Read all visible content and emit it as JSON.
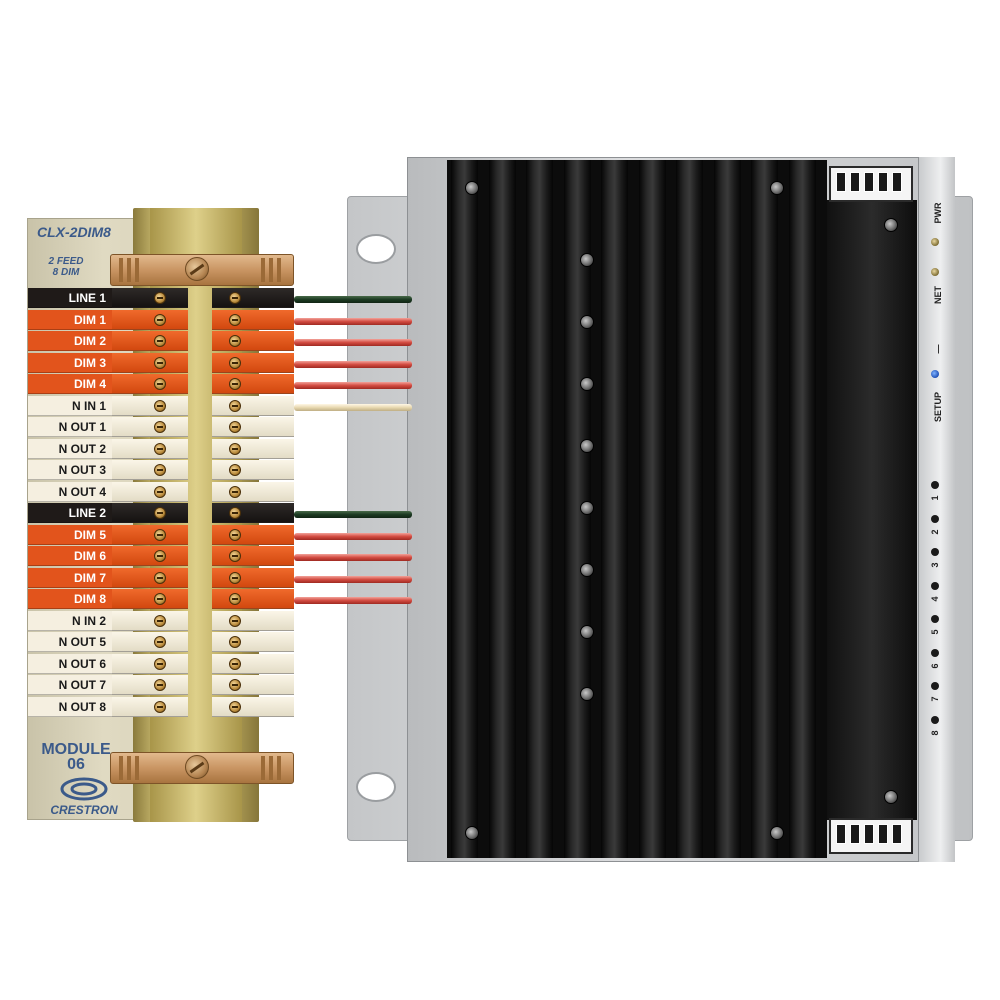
{
  "product": {
    "model": "CLX-2DIM8",
    "spec_line1": "2 FEED",
    "spec_line2": "8 DIM",
    "module_line1": "MODULE",
    "module_line2": "06",
    "brand": "CRESTRON"
  },
  "terminals": [
    {
      "label": "LINE 1",
      "type": "line"
    },
    {
      "label": "DIM 1",
      "type": "dim"
    },
    {
      "label": "DIM 2",
      "type": "dim"
    },
    {
      "label": "DIM 3",
      "type": "dim"
    },
    {
      "label": "DIM 4",
      "type": "dim"
    },
    {
      "label": "N IN 1",
      "type": "neut"
    },
    {
      "label": "N OUT 1",
      "type": "neut"
    },
    {
      "label": "N OUT 2",
      "type": "neut"
    },
    {
      "label": "N OUT 3",
      "type": "neut"
    },
    {
      "label": "N OUT 4",
      "type": "neut"
    },
    {
      "label": "LINE 2",
      "type": "line"
    },
    {
      "label": "DIM 5",
      "type": "dim"
    },
    {
      "label": "DIM 6",
      "type": "dim"
    },
    {
      "label": "DIM 7",
      "type": "dim"
    },
    {
      "label": "DIM 8",
      "type": "dim"
    },
    {
      "label": "N IN 2",
      "type": "neut"
    },
    {
      "label": "N OUT 5",
      "type": "neut"
    },
    {
      "label": "N OUT 6",
      "type": "neut"
    },
    {
      "label": "N OUT 7",
      "type": "neut"
    },
    {
      "label": "N OUT 8",
      "type": "neut"
    }
  ],
  "status": {
    "pwr_label": "PWR",
    "net_label": "NET",
    "setup_label": "SETUP",
    "channels": [
      "1",
      "2",
      "3",
      "4",
      "5",
      "6",
      "7",
      "8"
    ]
  },
  "colors": {
    "line": "#1f1a18",
    "dim": "#e2541c",
    "neutral": "#f5efe0",
    "label_text": "#3b5a8a",
    "heatsink": "#0c0c0c",
    "setup_led": "#1e4fb5"
  }
}
